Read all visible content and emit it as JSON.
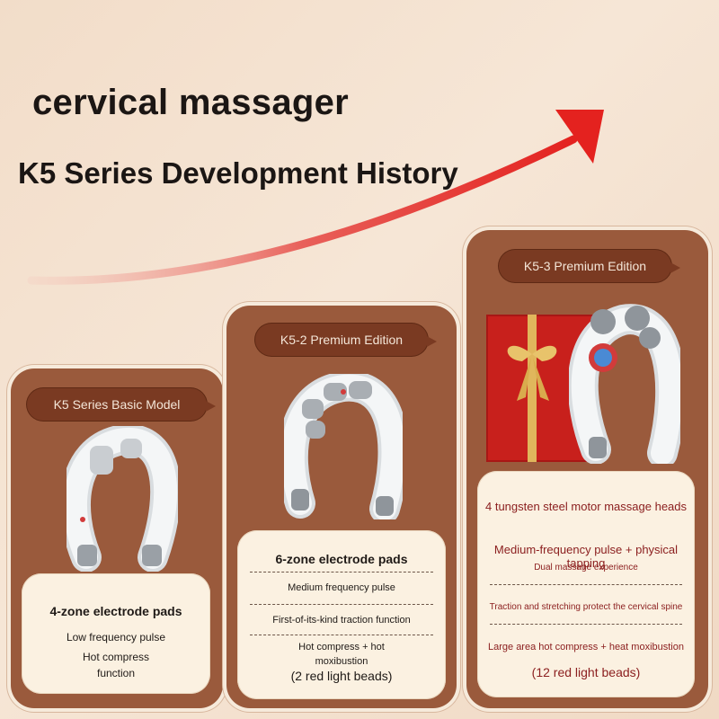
{
  "title": "cervical massager",
  "subtitle": "K5 Series Development History",
  "colors": {
    "card": "#9a5a3c",
    "tab": "#7a3a22",
    "panel": "#fbf1e1",
    "arrow": "#e4221f",
    "accent_red": "#8c2020"
  },
  "cards": [
    {
      "tab_label": "K5 Series Basic Model",
      "lines": [
        "4-zone electrode pads",
        "Low frequency pulse",
        "Hot compress",
        "function"
      ]
    },
    {
      "tab_label": "K5-2 Premium Edition",
      "lines": [
        "6-zone electrode pads",
        "Medium frequency pulse",
        "First-of-its-kind traction function",
        "Hot compress + hot",
        "moxibustion",
        "(2 red light beads)"
      ]
    },
    {
      "tab_label": "K5-3 Premium Edition",
      "lines": [
        "4 tungsten steel motor massage heads",
        "Medium-frequency pulse + physical tapping",
        "Dual massage experience",
        "Traction and stretching protect the cervical spine",
        "Large area hot compress + heat moxibustion",
        "(12 red light beads)"
      ]
    }
  ]
}
